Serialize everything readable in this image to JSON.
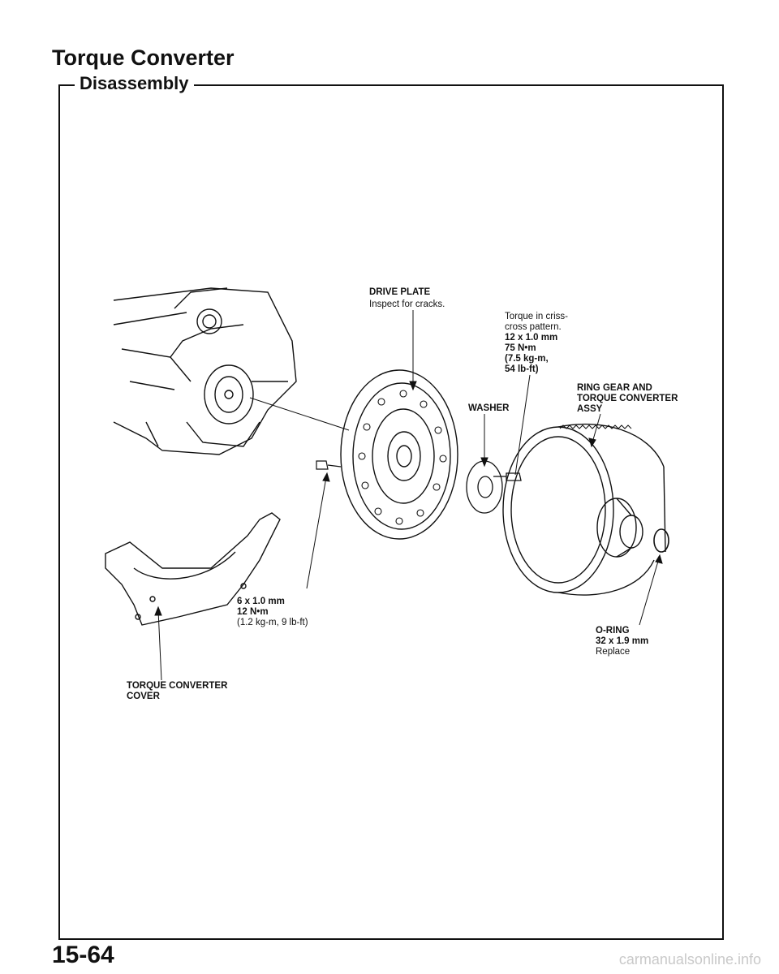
{
  "header": {
    "title": "Torque Converter"
  },
  "section": {
    "title": "Disassembly"
  },
  "labels": {
    "drive_plate": {
      "name": "DRIVE PLATE",
      "note": "Inspect for cracks."
    },
    "torque_note": [
      "Torque in criss-",
      "cross pattern.",
      "12 x 1.0 mm",
      "75 N•m",
      "(7.5 kg-m,",
      "54 lb-ft)"
    ],
    "washer": "WASHER",
    "ring_gear": [
      "RING GEAR AND",
      "TORQUE CONVERTER",
      "ASSY"
    ],
    "bolt_spec": [
      "6 x 1.0 mm",
      "12 N•m",
      "(1.2 kg-m, 9 lb-ft)"
    ],
    "o_ring": [
      "O-RING",
      "32 x 1.9 mm",
      "Replace"
    ],
    "cover": [
      "TORQUE CONVERTER",
      "COVER"
    ]
  },
  "footer": {
    "page_number": "15-64",
    "url": "carmanualsonline.info"
  }
}
